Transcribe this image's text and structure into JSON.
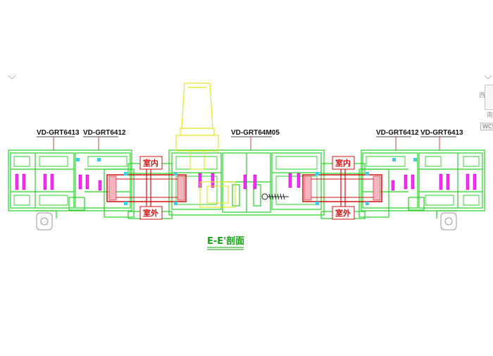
{
  "colors": {
    "profile": "#27d327",
    "accent_glass": "#ff2aff",
    "handle": "#e5e52a",
    "label_red": "#d01010",
    "grey": "#9a9a9a"
  },
  "labels": {
    "left_outer": "VD-GRT6413",
    "left_inner": "VD-GRT6412",
    "center": "VD-GRT64M05",
    "right_inner": "VD-GRT6412",
    "right_outer": "VD-GRT6413"
  },
  "zones": {
    "left_interior": "室内",
    "left_exterior": "室外",
    "right_interior": "室内",
    "right_exterior": "室外"
  },
  "caption": "E-E'剖面",
  "viewcube": {
    "west": "西",
    "south": "南",
    "wcs": "WCS"
  }
}
